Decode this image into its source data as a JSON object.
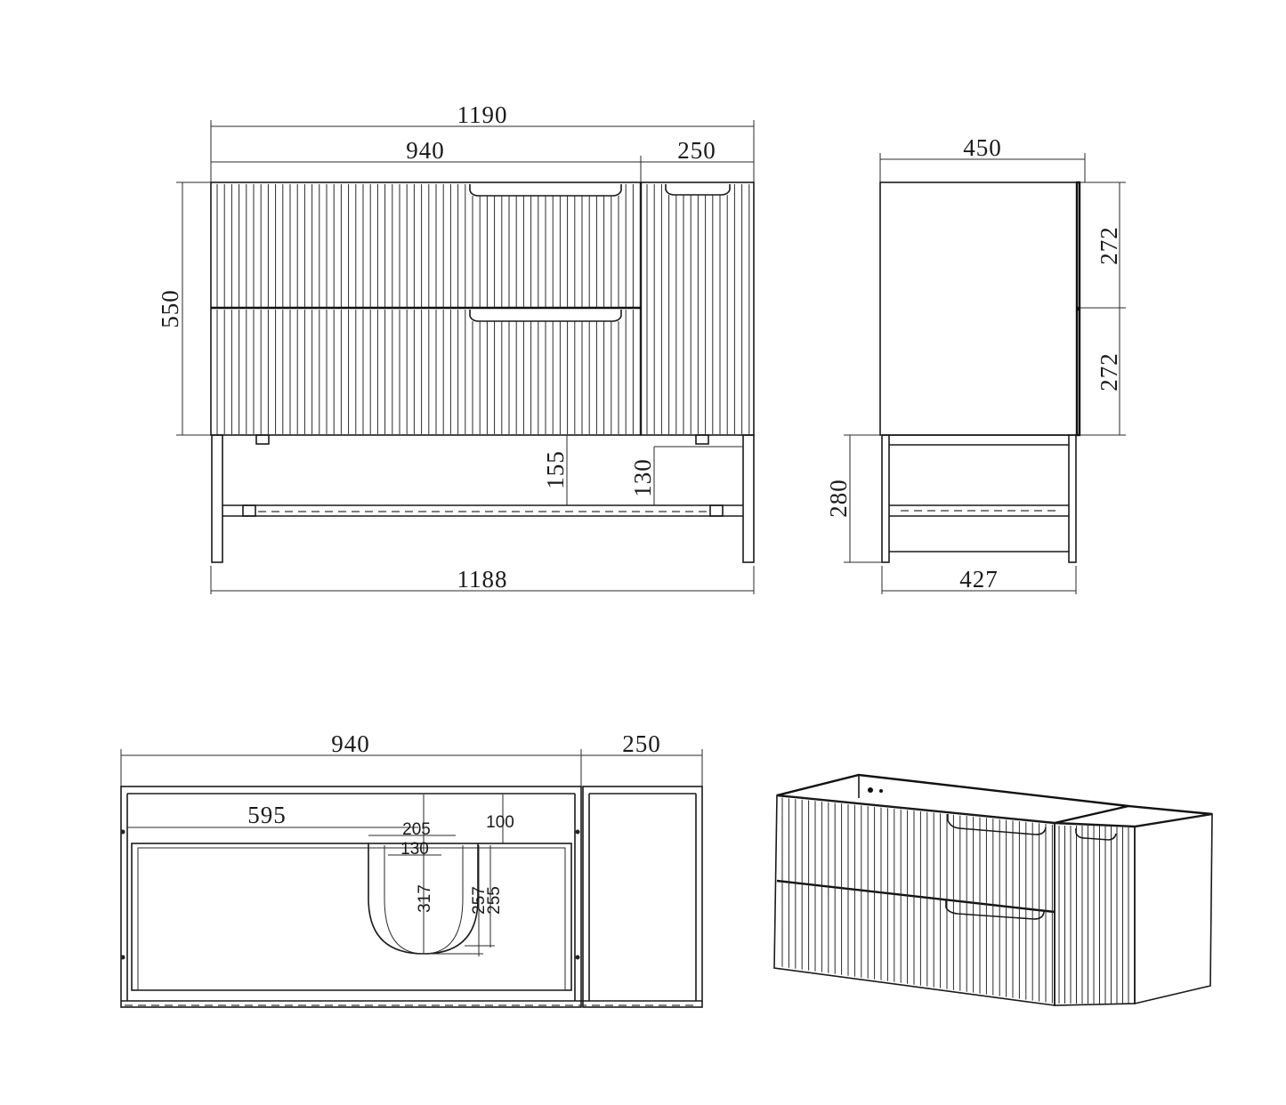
{
  "drawing": {
    "units": "mm",
    "views": [
      "front-elevation",
      "side-elevation",
      "top-plan",
      "isometric"
    ]
  },
  "front_view": {
    "overall_width_top": "1190",
    "drawer_section_width": "940",
    "side_cabinet_width": "250",
    "cabinet_height": "550",
    "leg_clearance_to_frame": "155",
    "shelf_clearance": "130",
    "overall_width_base": "1188"
  },
  "side_view": {
    "depth_top": "450",
    "upper_drawer_height": "272",
    "lower_drawer_height": "272",
    "frame_height": "280",
    "frame_depth": "427"
  },
  "plan_view": {
    "drawer_section_width": "940",
    "side_cabinet_width": "250",
    "waste_offset": "595",
    "cutout_outer_width": "205",
    "cutout_inner_width": "130",
    "back_clearance": "100",
    "cutout_depth": "317",
    "drawer_depth_a": "257",
    "drawer_depth_b": "255"
  },
  "colors": {
    "line": "#1a1a1a",
    "background": "#ffffff"
  }
}
